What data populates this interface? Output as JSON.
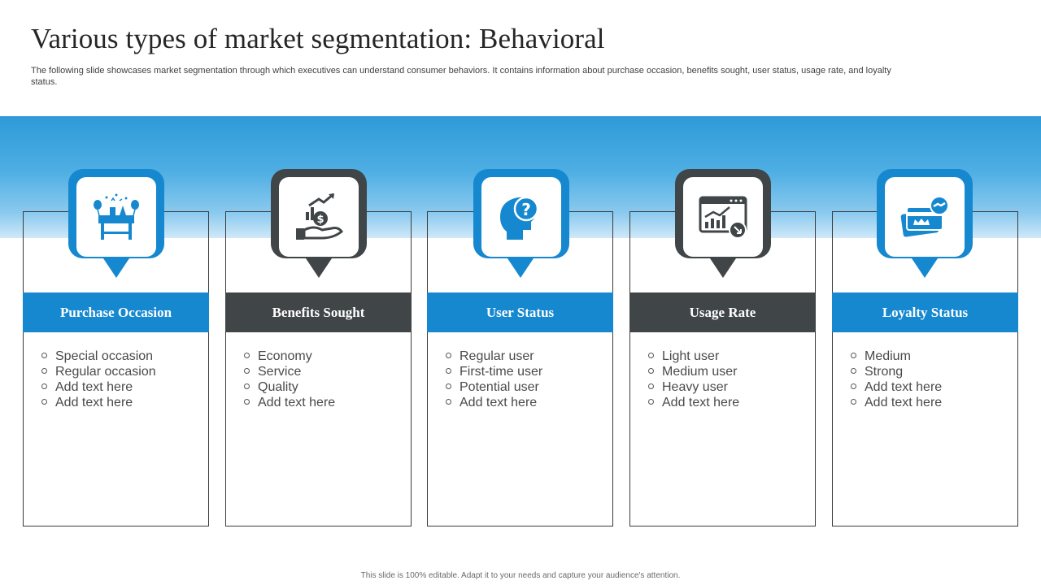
{
  "slide": {
    "title": "Various types of market segmentation: Behavioral",
    "subtitle": "The following slide showcases market segmentation through which executives can understand consumer behaviors. It contains information about purchase occasion, benefits sought, user status, usage rate, and loyalty status.",
    "footer": "This slide is 100% editable.  Adapt it to your needs and capture your audience's attention."
  },
  "colors": {
    "blue": "#1688cf",
    "dark": "#404548"
  },
  "cards": [
    {
      "title": "Purchase Occasion",
      "icon": "celebration-table-icon",
      "items": [
        "Special occasion",
        "Regular occasion",
        "Add text here",
        "Add text here"
      ]
    },
    {
      "title": "Benefits Sought",
      "icon": "money-hand-growth-icon",
      "items": [
        "Economy",
        "Service",
        "Quality",
        "Add text here"
      ]
    },
    {
      "title": "User Status",
      "icon": "head-question-icon",
      "items": [
        "Regular user",
        "First-time user",
        "Potential user",
        "Add text here"
      ]
    },
    {
      "title": "Usage Rate",
      "icon": "browser-analytics-icon",
      "items": [
        "Light user",
        "Medium user",
        "Heavy user",
        "Add text here"
      ]
    },
    {
      "title": "Loyalty Status",
      "icon": "loyalty-card-icon",
      "items": [
        "Medium",
        "Strong",
        "Add text here",
        "Add text here"
      ]
    }
  ]
}
